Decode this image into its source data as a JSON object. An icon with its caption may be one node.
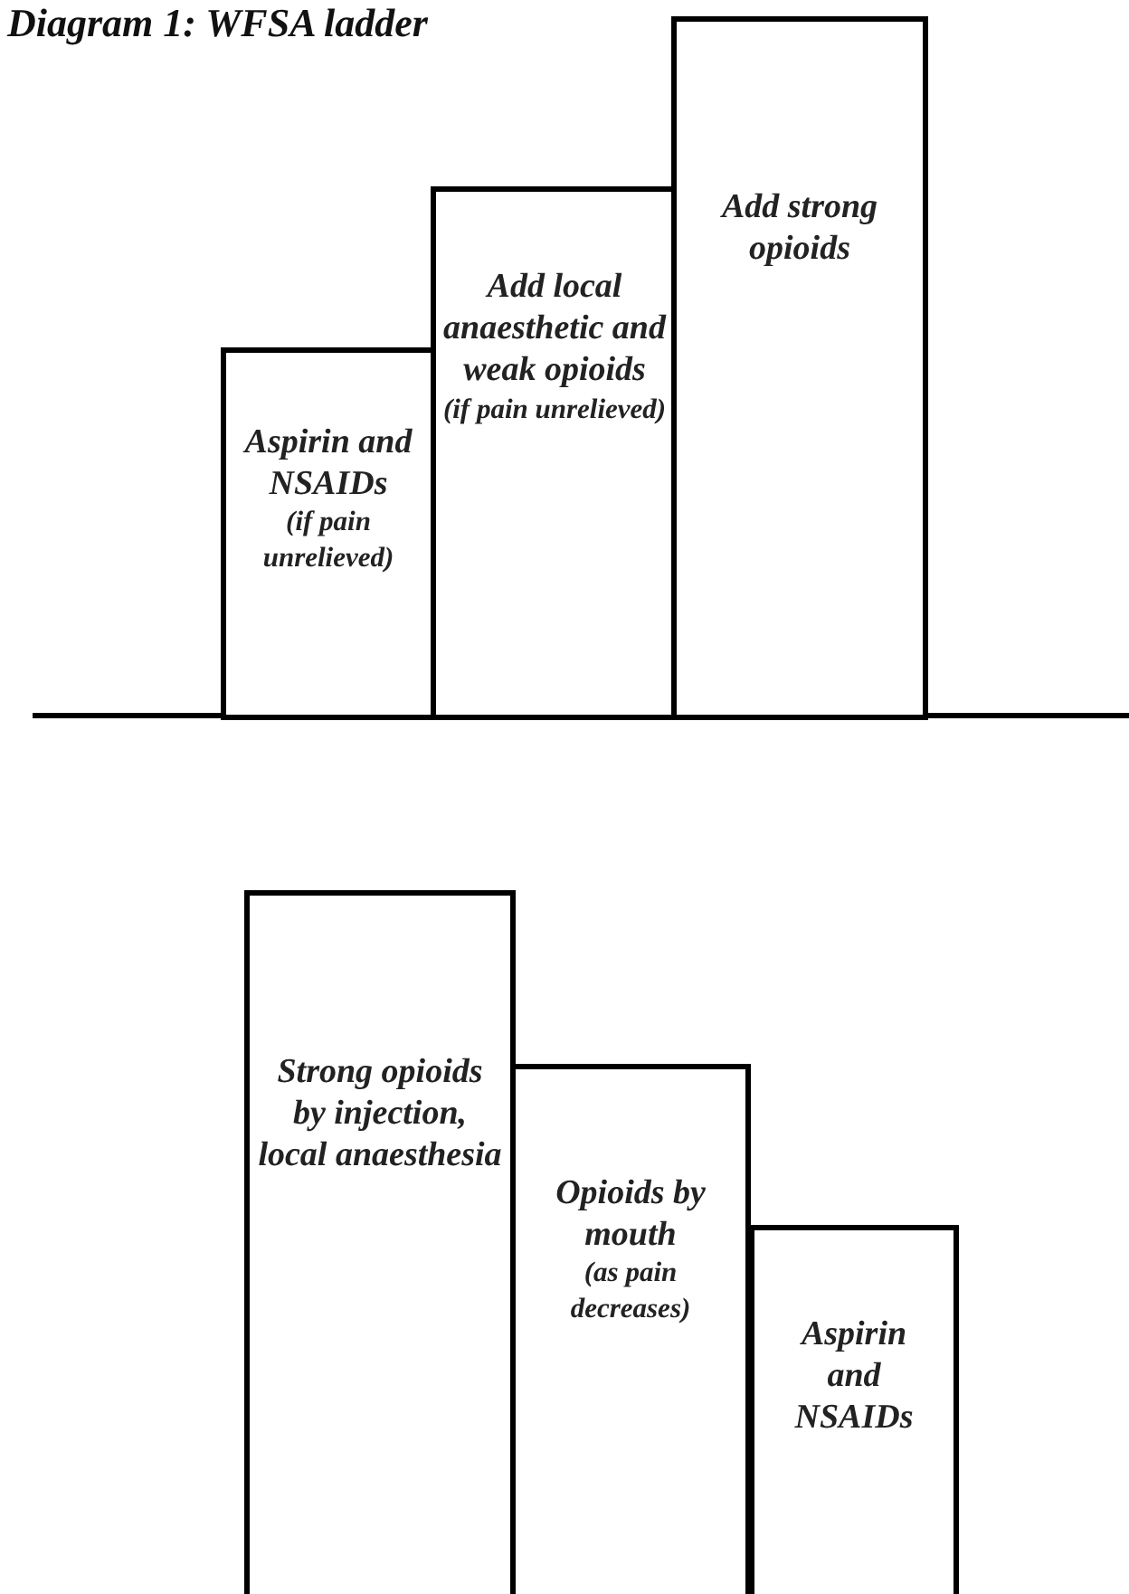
{
  "diagram": {
    "title": "Diagram 1: WFSA ladder",
    "nodes": [
      {
        "text": [
          "Aspirin and NSAIDs",
          "(if pain unrelieved)"
        ]
      },
      {
        "text": [
          "Add local anaesthetic and weak opioids",
          "(if pain unrelieved)"
        ]
      },
      {
        "text": [
          "Add strong opioids"
        ]
      },
      {
        "text": [
          "Strong opioids by injection, local anaesthesia"
        ]
      },
      {
        "text": [
          "Opioids by mouth",
          "(as pain decreases)"
        ]
      },
      {
        "text": [
          "Aspirin and NSAIDs"
        ]
      }
    ]
  }
}
